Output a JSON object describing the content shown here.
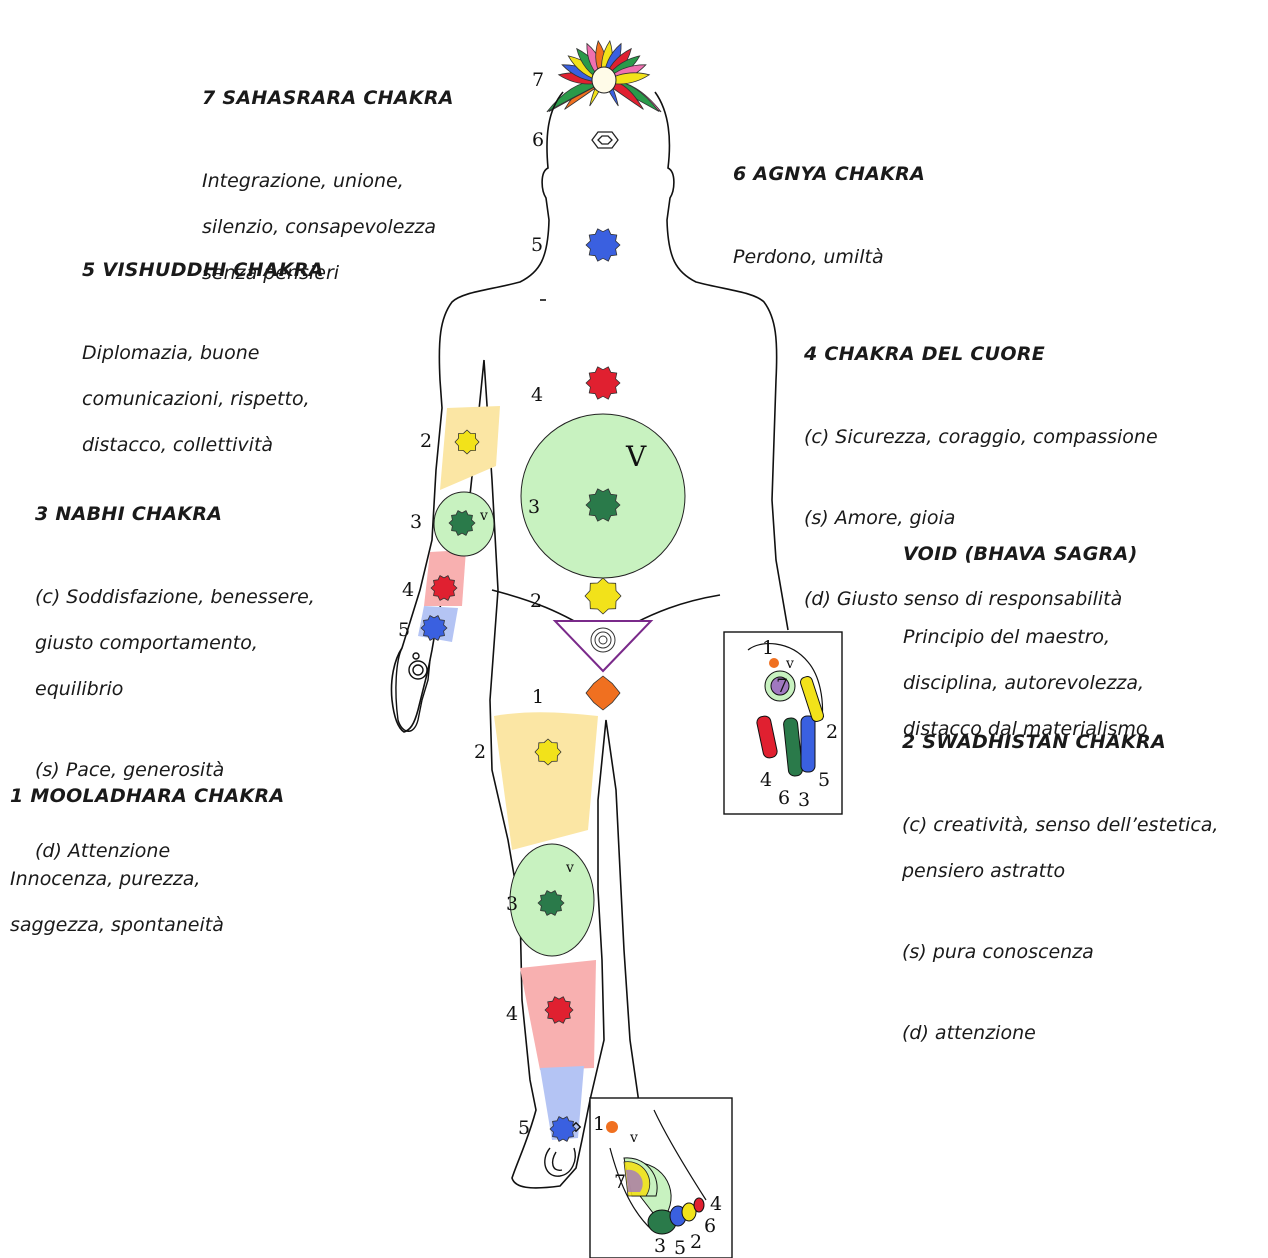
{
  "labels": {
    "c7": {
      "title": "7 SAHASRARA CHAKRA",
      "lines": [
        "Integrazione, unione,",
        "silenzio, consapevolezza",
        "senza pensieri"
      ]
    },
    "c6": {
      "title": "6 AGNYA CHAKRA",
      "lines": [
        "Perdono, umiltà"
      ]
    },
    "c5": {
      "title": "5 VISHUDDHI CHAKRA",
      "lines": [
        "Diplomazia, buone",
        "comunicazioni, rispetto,",
        "distacco, collettività"
      ]
    },
    "c4": {
      "title": "4 CHAKRA DEL CUORE",
      "lines": [
        "(c) Sicurezza, coraggio, compassione",
        "(s) Amore, gioia",
        "(d) Giusto senso di responsabilità"
      ]
    },
    "c3": {
      "title": "3 NABHI CHAKRA",
      "lines": [
        "(c) Soddisfazione, benessere,",
        "giusto comportamento,",
        "equilibrio",
        "(s) Pace, generosità",
        "(d) Attenzione"
      ]
    },
    "void": {
      "title": "VOID (BHAVA SAGRA)",
      "lines": [
        "Principio del maestro,",
        "disciplina, autorevolezza,",
        "distacco dal materialismo"
      ]
    },
    "c2": {
      "title": "2 SWADHISTAN CHAKRA",
      "lines": [
        "(c) creatività, senso dell’estetica,",
        "pensiero astratto",
        "(s) pura conoscenza",
        "(d) attenzione"
      ]
    },
    "c1": {
      "title": "1 MOOLADHARA CHAKRA",
      "lines": [
        "Innocenza, purezza,",
        "saggezza, spontaneità"
      ]
    }
  },
  "markers": {
    "n1": "1",
    "n2": "2",
    "n3": "3",
    "n4": "4",
    "n5": "5",
    "n6": "6",
    "n7": "7",
    "v": "V",
    "v_small": "v"
  },
  "colors": {
    "c1": "#f07020",
    "c2": "#f2e21a",
    "c3": "#2a7a4a",
    "c4": "#e02030",
    "c5": "#3a60e0",
    "c7": "#a078c0",
    "void": "#c8f2c0",
    "zone2": "#fbe6a4",
    "zone4": "#f8b0b0",
    "zone5": "#b4c4f4",
    "agnya": "#ffffff"
  },
  "petals": [
    "#e02030",
    "#3a60e0",
    "#f2e21a",
    "#2a9a4a",
    "#f070b0",
    "#f07020",
    "#f2e21a",
    "#3a60e0",
    "#e02030",
    "#2a9a4a",
    "#f070b0",
    "#f2e21a"
  ]
}
